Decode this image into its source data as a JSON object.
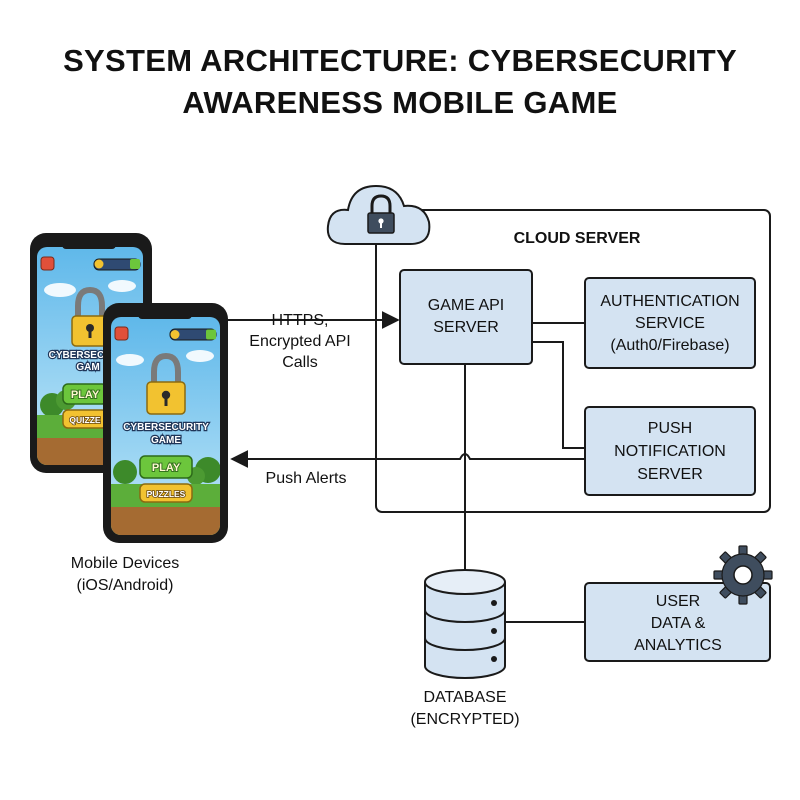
{
  "title": {
    "line1": "SYSTEM ARCHITECTURE: CYBERSECURITY",
    "line2": "AWARENESS MOBILE GAME"
  },
  "cloud": {
    "label": "CLOUD SERVER",
    "icon": "lock-icon"
  },
  "nodes": {
    "game_api": {
      "line1": "GAME API",
      "line2": "SERVER"
    },
    "auth": {
      "line1": "AUTHENTICATION",
      "line2": "SERVICE",
      "line3": "(Auth0/Firebase)"
    },
    "push": {
      "line1": "PUSH",
      "line2": "NOTIFICATION",
      "line3": "SERVER"
    },
    "database": {
      "line1": "DATABASE",
      "line2": "(ENCRYPTED)"
    },
    "analytics": {
      "line1": "USER",
      "line2": "DATA &",
      "line3": "ANALYTICS",
      "icon": "gear-icon"
    }
  },
  "edges": {
    "https": {
      "line1": "HTTPS,",
      "line2": "Encrypted API",
      "line3": "Calls"
    },
    "push_alerts": {
      "label": "Push Alerts"
    }
  },
  "devices": {
    "label_line1": "Mobile Devices",
    "label_line2": "(iOS/Android)",
    "back_phone": {
      "title_line1": "CYBERSECU",
      "title_line2": "GAM",
      "play": "PLAY",
      "secondary": "QUIZZE"
    },
    "front_phone": {
      "title_line1": "CYBERSECURITY",
      "title_line2": "GAME",
      "play": "PLAY",
      "secondary": "PUZZLES"
    }
  },
  "colors": {
    "box_fill": "#d4e3f2",
    "stroke": "#1a1a1a",
    "lock_body": "#f2c230",
    "button_green": "#6cc63c",
    "grass": "#5cae3a",
    "sky": "#8fd0f2"
  }
}
